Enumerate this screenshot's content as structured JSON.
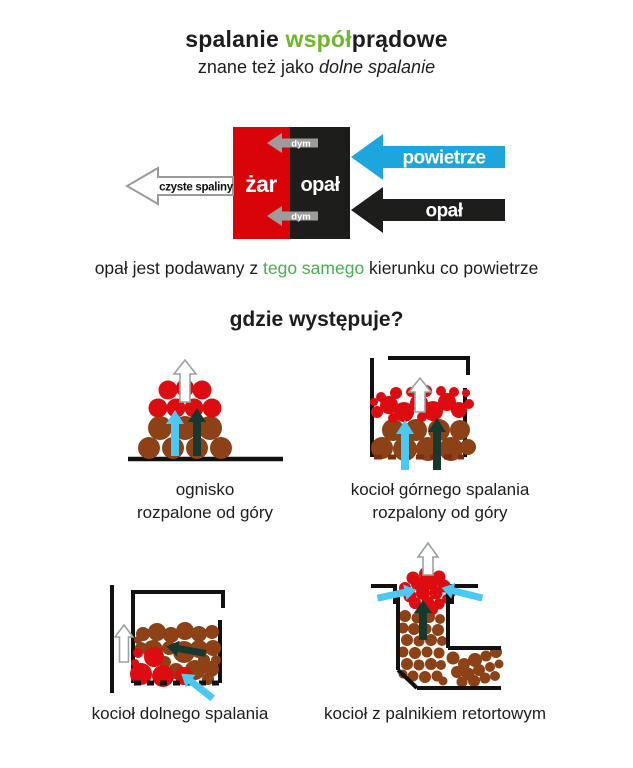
{
  "title": {
    "part1": "spalanie ",
    "highlight": "współ",
    "part2": "prądowe"
  },
  "subtitle": {
    "normal": "znane też jako ",
    "italic": "dolne spalanie"
  },
  "main_diagram": {
    "zar_label": "żar",
    "opal_block_label": "opał",
    "dym_top_label": "dym",
    "dym_bottom_label": "dym",
    "powietrze_label": "powietrze",
    "opal_arrow_label": "opał",
    "czyste_spaliny_label": "czyste spaliny"
  },
  "sentence": {
    "part1": "opał jest podawany z ",
    "highlight": "tego samego",
    "part2": " kierunku co powietrze"
  },
  "section_heading": "gdzie występuje?",
  "figures": {
    "ognisko": {
      "caption_line1": "ognisko",
      "caption_line2": "rozpalone od góry"
    },
    "kociol_gorny": {
      "caption_line1": "kocioł górnego spalania",
      "caption_line2": "rozpalony od góry"
    },
    "kociol_dolny": {
      "caption_line1": "kocioł dolnego spalania",
      "caption_line2": ""
    },
    "kociol_retortowy": {
      "caption_line1": "kocioł z palnikiem retortowym",
      "caption_line2": ""
    }
  },
  "colors": {
    "title_green": "#6fb52e",
    "sentence_green": "#4aaf50",
    "zar_red": "#d9040a",
    "opal_black": "#1d1d1b",
    "air_blue": "#1ca6dd",
    "figure_light_blue": "#49c9f3",
    "smoke_gray": "#9c9c9b",
    "ember_red": "#dd0c10",
    "fuel_brown": "#8c4117",
    "dark_teal_arrow": "#17382f"
  }
}
